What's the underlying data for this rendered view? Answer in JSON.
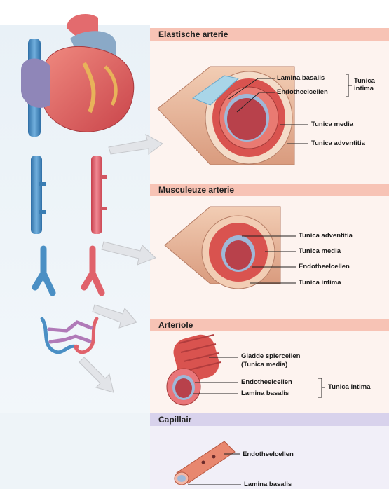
{
  "sections": {
    "elastic": {
      "title": "Elastische arterie",
      "labels": {
        "lamina_basalis": "Lamina basalis",
        "endotheelcellen": "Endotheelcellen",
        "tunica_intima": "Tunica intima",
        "tunica_media": "Tunica media",
        "tunica_adventitia": "Tunica adventitia"
      }
    },
    "muscular": {
      "title": "Musculeuze arterie",
      "labels": {
        "tunica_adventitia": "Tunica adventitia",
        "tunica_media": "Tunica media",
        "endotheelcellen": "Endotheelcellen",
        "tunica_intima": "Tunica intima"
      }
    },
    "arteriole": {
      "title": "Arteriole",
      "labels": {
        "gladde_spiercellen": "Gladde spiercellen",
        "tunica_media_paren": "(Tunica media)",
        "endotheelcellen": "Endotheelcellen",
        "lamina_basalis": "Lamina basalis",
        "tunica_intima": "Tunica intima"
      }
    },
    "capillary": {
      "title": "Capillair",
      "labels": {
        "endotheelcellen": "Endotheelcellen",
        "lamina_basalis": "Lamina basalis"
      }
    }
  },
  "colors": {
    "artery_red": "#e0626b",
    "vein_blue": "#4a8fc4",
    "adventitia": "#e9b59a",
    "media": "#d9534f",
    "intima": "#9fb8d8",
    "lumen": "#b8414b",
    "header_pink": "#f7c3b5",
    "header_lilac": "#d8d2ec"
  }
}
